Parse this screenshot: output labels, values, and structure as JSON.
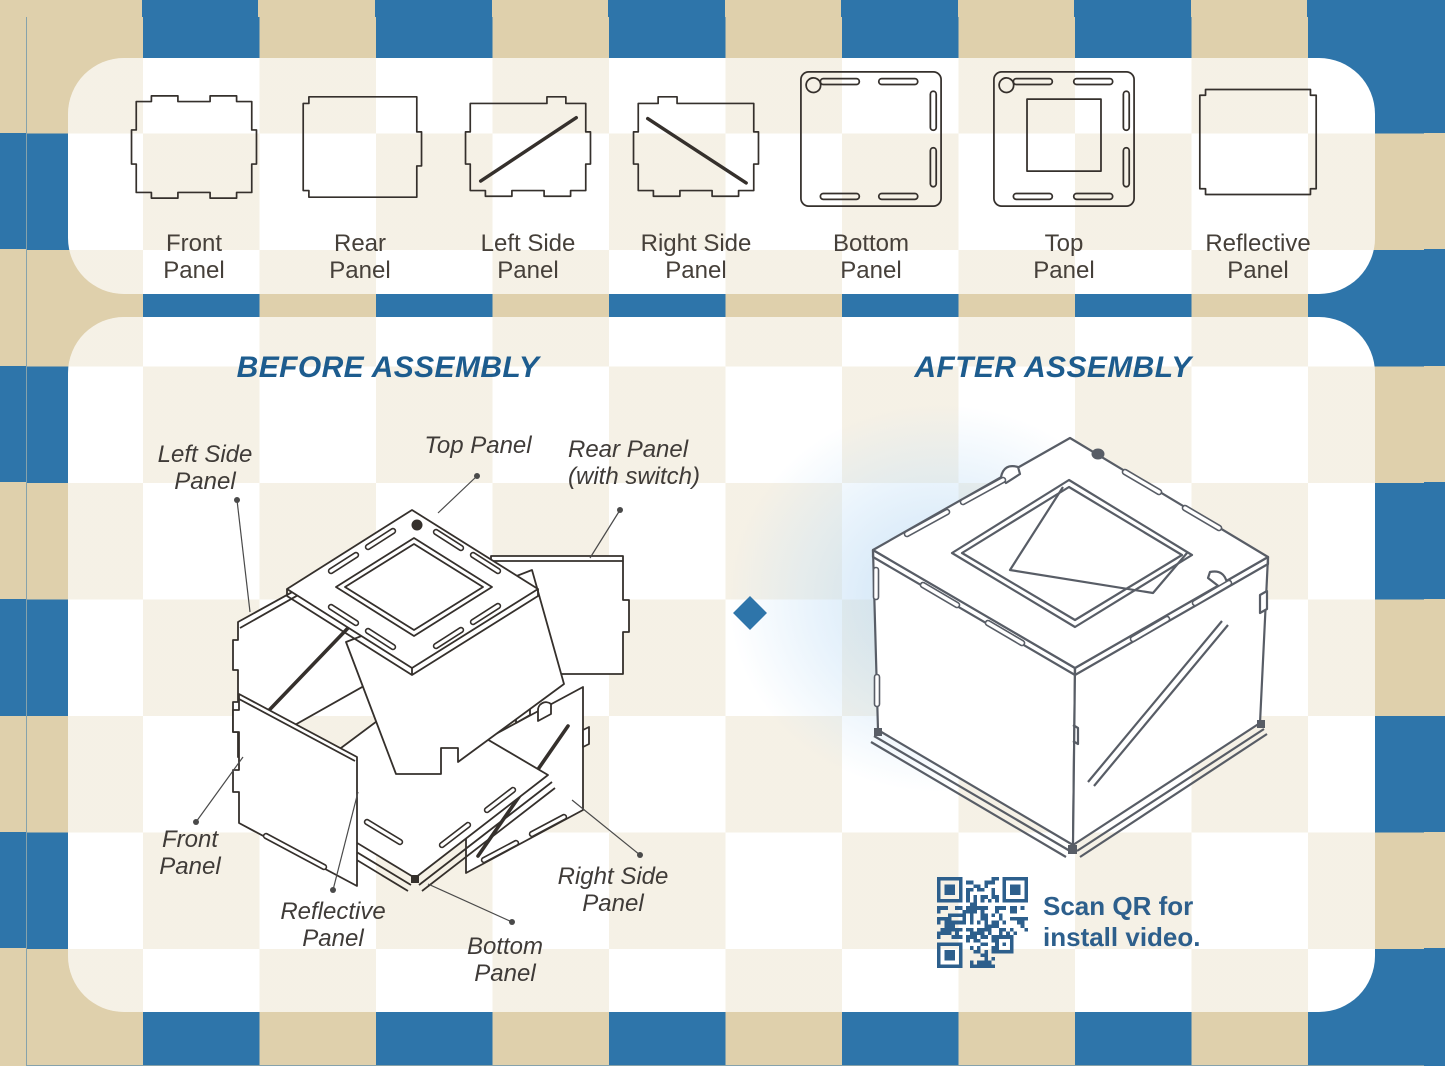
{
  "colors": {
    "checker_blue": "#2E75AA",
    "checker_tan": "#DFD0AC",
    "heading_blue": "#1D5C8E",
    "label_gray": "#46403A",
    "line_dark": "#35302C",
    "line_gray_blue": "#585D66",
    "qr_blue": "#2D5F8C"
  },
  "parts_card": {
    "panels": [
      {
        "name": "front-panel",
        "line1": "Front",
        "line2": "Panel"
      },
      {
        "name": "rear-panel",
        "line1": "Rear",
        "line2": "Panel"
      },
      {
        "name": "left-side-panel",
        "line1": "Left Side",
        "line2": "Panel"
      },
      {
        "name": "right-side-panel",
        "line1": "Right Side",
        "line2": "Panel"
      },
      {
        "name": "bottom-panel",
        "line1": "Bottom",
        "line2": "Panel"
      },
      {
        "name": "top-panel",
        "line1": "Top",
        "line2": "Panel"
      },
      {
        "name": "reflective-panel",
        "line1": "Reflective",
        "line2": "Panel"
      }
    ]
  },
  "assembly_card": {
    "before_title": "BEFORE ASSEMBLY",
    "after_title": "AFTER ASSEMBLY",
    "labels": {
      "top_panel": "Top Panel",
      "rear_panel_line1": "Rear Panel",
      "rear_panel_line2": "(with switch)",
      "left_side_line1": "Left Side",
      "left_side_line2": "Panel",
      "front_line1": "Front",
      "front_line2": "Panel",
      "reflective_line1": "Reflective",
      "reflective_line2": "Panel",
      "bottom_line1": "Bottom",
      "bottom_line2": "Panel",
      "right_side_line1": "Right Side",
      "right_side_line2": "Panel"
    },
    "qr": {
      "caption_line1": "Scan QR for",
      "caption_line2": "install video."
    }
  }
}
